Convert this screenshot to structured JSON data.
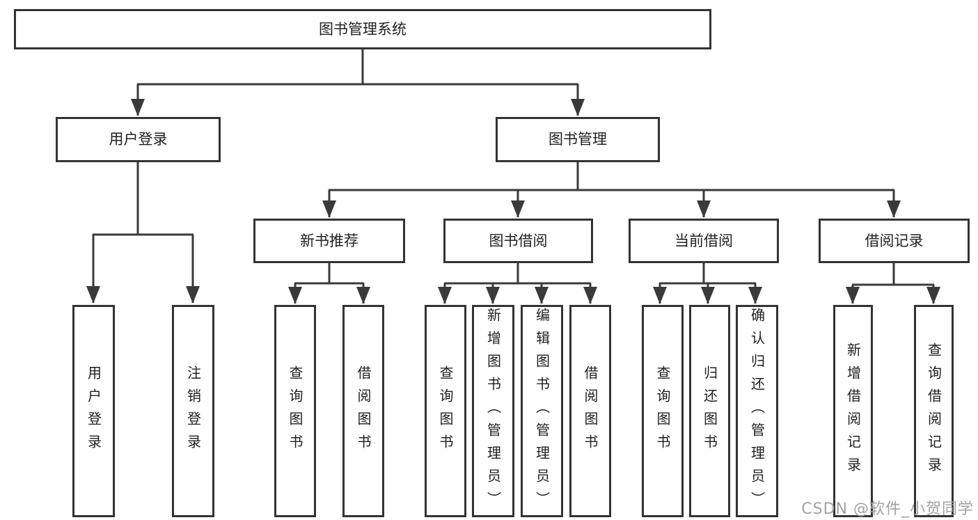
{
  "nodes": {
    "root": {
      "label": "图书管理系统"
    },
    "level2": [
      {
        "label": "用户登录"
      },
      {
        "label": "图书管理"
      }
    ],
    "level3": [
      {
        "label": "新书推荐"
      },
      {
        "label": "图书借阅"
      },
      {
        "label": "当前借阅"
      },
      {
        "label": "借阅记录"
      }
    ],
    "leaves_login": [
      {
        "label": "用户登录"
      },
      {
        "label": "注销登录"
      }
    ],
    "leaves_recommend": [
      {
        "label": "查询图书"
      },
      {
        "label": "借阅图书"
      }
    ],
    "leaves_borrow": [
      {
        "label": "查询图书"
      },
      {
        "label": "新增图书（管理员）"
      },
      {
        "label": "编辑图书（管理员）"
      },
      {
        "label": "借阅图书"
      }
    ],
    "leaves_current": [
      {
        "label": "查询图书"
      },
      {
        "label": "归还图书"
      },
      {
        "label": "确认归还（管理员）"
      }
    ],
    "leaves_records": [
      {
        "label": "新增借阅记录"
      },
      {
        "label": "查询借阅记录"
      }
    ]
  },
  "watermark": {
    "text": "CSDN @软件_小贺同学"
  },
  "colors": {
    "line": "#3a3a3a",
    "box_border": "#333333",
    "text": "#1f1f1f",
    "watermark": "#a2a2a2",
    "background": "#ffffff"
  }
}
